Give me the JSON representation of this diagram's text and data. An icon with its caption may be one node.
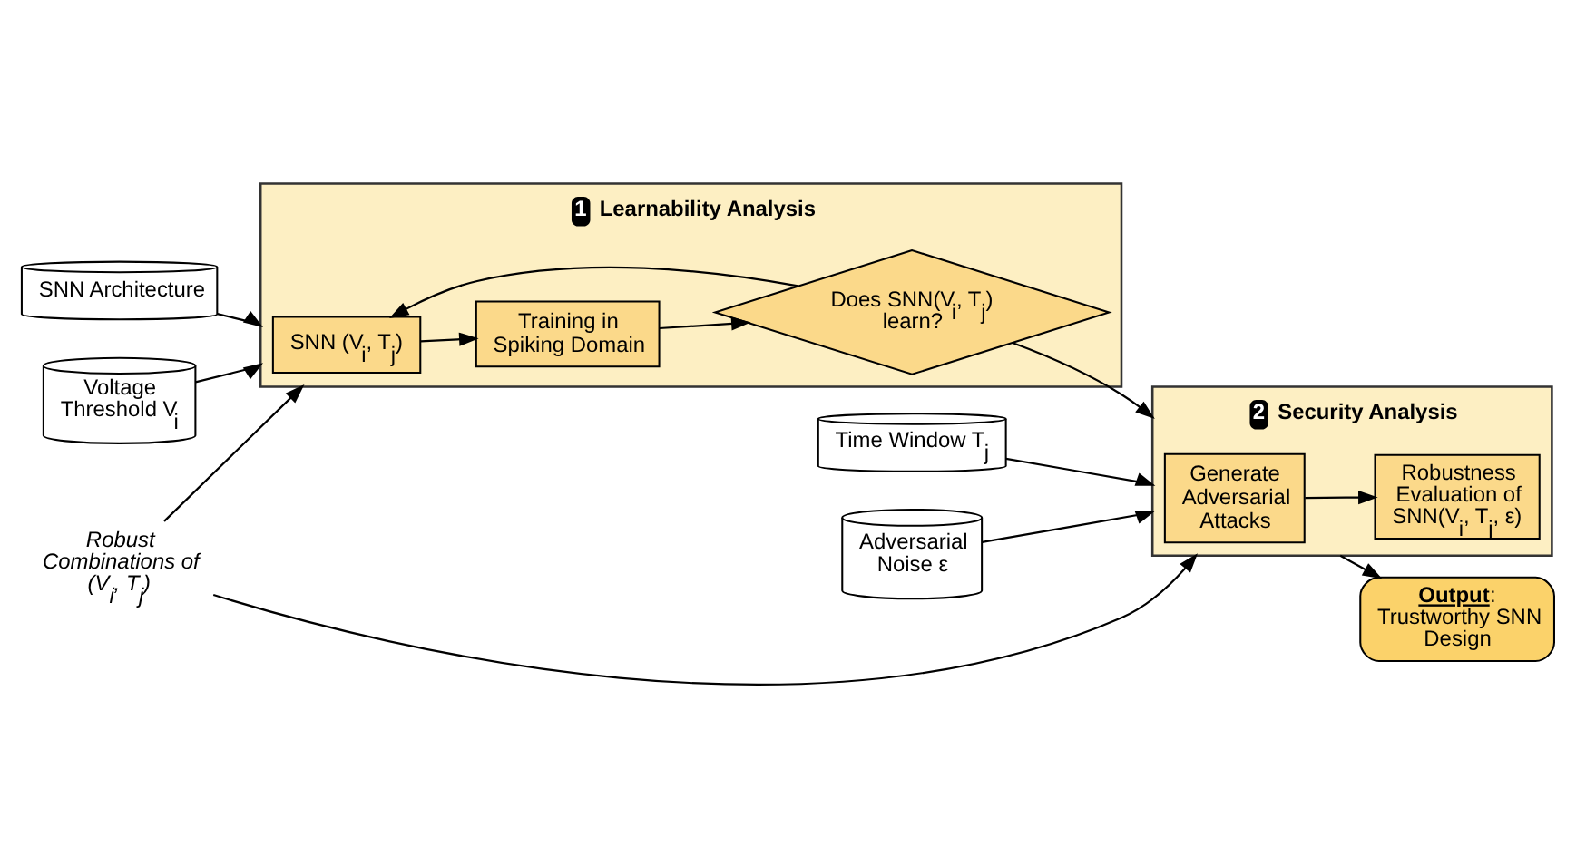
{
  "diagram": {
    "nodes": [
      {
        "text": [
          "SNN Architecture"
        ]
      },
      {
        "text": [
          "Voltage Threshold V$_{i}$"
        ]
      },
      {
        "text": [
          "Time Window T$_{j}$"
        ]
      },
      {
        "text": [
          "Adversarial Noise ε"
        ]
      },
      {
        "text": [
          "1",
          "Learnability Analysis"
        ]
      },
      {
        "text": [
          "SNN (V$_{i}$, T$_{j}$)"
        ],
        "in": 4
      },
      {
        "text": [
          "Training in Spiking Domain"
        ],
        "in": 4
      },
      {
        "text": [
          "Does SNN(V$_{i}$, T$_{j}$) learn?"
        ],
        "in": 4
      },
      {
        "text": [
          "2",
          "Security Analysis"
        ]
      },
      {
        "text": [
          "Generate Adversarial Attacks"
        ],
        "in": 8
      },
      {
        "text": [
          "Robustness Evaluation of SNN(V$_{i}$, T$_{j}$, ε)"
        ],
        "in": 8
      },
      {
        "text": [
          "**Output**: Trustworthy SNN Design"
        ]
      },
      {
        "text": [
          "Robust Combinations of (V$_{i}$, T$_{j}$)"
        ]
      }
    ],
    "edges": [
      {
        "from": 0,
        "to": 4,
        "arrow": "to"
      },
      {
        "from": 1,
        "to": 4,
        "arrow": "to"
      },
      {
        "from": 2,
        "to": 8,
        "arrow": "to"
      },
      {
        "from": 3,
        "to": 8,
        "arrow": "to"
      },
      {
        "from": 5,
        "to": 6,
        "arrow": "to"
      },
      {
        "from": 6,
        "to": 7,
        "arrow": "to"
      },
      {
        "from": 7,
        "to": 5,
        "arrow": "to"
      },
      {
        "from": 7,
        "to": 8,
        "arrow": "to"
      },
      {
        "from": 9,
        "to": 10,
        "arrow": "to"
      },
      {
        "from": 8,
        "to": 11,
        "arrow": "to"
      },
      {
        "from": 12,
        "to": 4,
        "arrow": "to"
      },
      {
        "from": 12,
        "to": 8,
        "arrow": "to"
      }
    ]
  }
}
